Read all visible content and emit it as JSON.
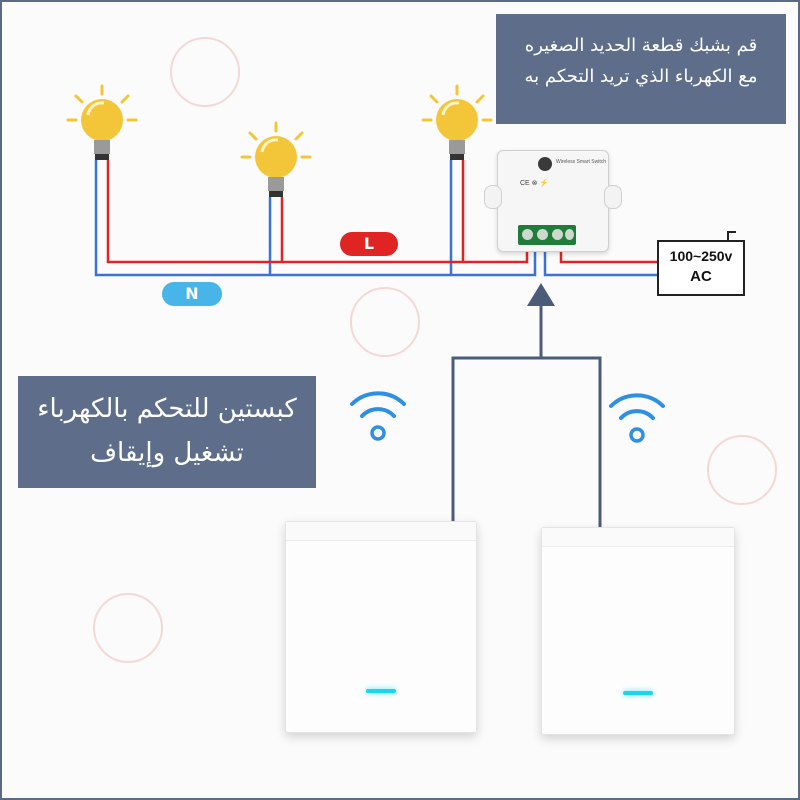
{
  "callouts": {
    "top": {
      "line1": "قم بشبك قطعة الحديد الصغيره",
      "line2": "مع الكهرباء الذي تريد التحكم به"
    },
    "left": {
      "line1": "كبستين للتحكم بالكهرباء",
      "line2": "تشغيل وإيقاف"
    }
  },
  "wire_labels": {
    "live": "L",
    "neutral": "N"
  },
  "power_source": {
    "voltage": "100~250v",
    "type": "AC"
  },
  "module": {
    "brand_text": "Wireless Smart Switch",
    "cert_text": "CE ⊗ ⚡"
  },
  "colors": {
    "live_wire": "#e02323",
    "neutral_wire": "#3a72d6",
    "callout_bg": "#5d6d8a",
    "bulb": "#f3c63a",
    "wifi_icon": "#2f8fe3",
    "led": "#19d6ee"
  }
}
